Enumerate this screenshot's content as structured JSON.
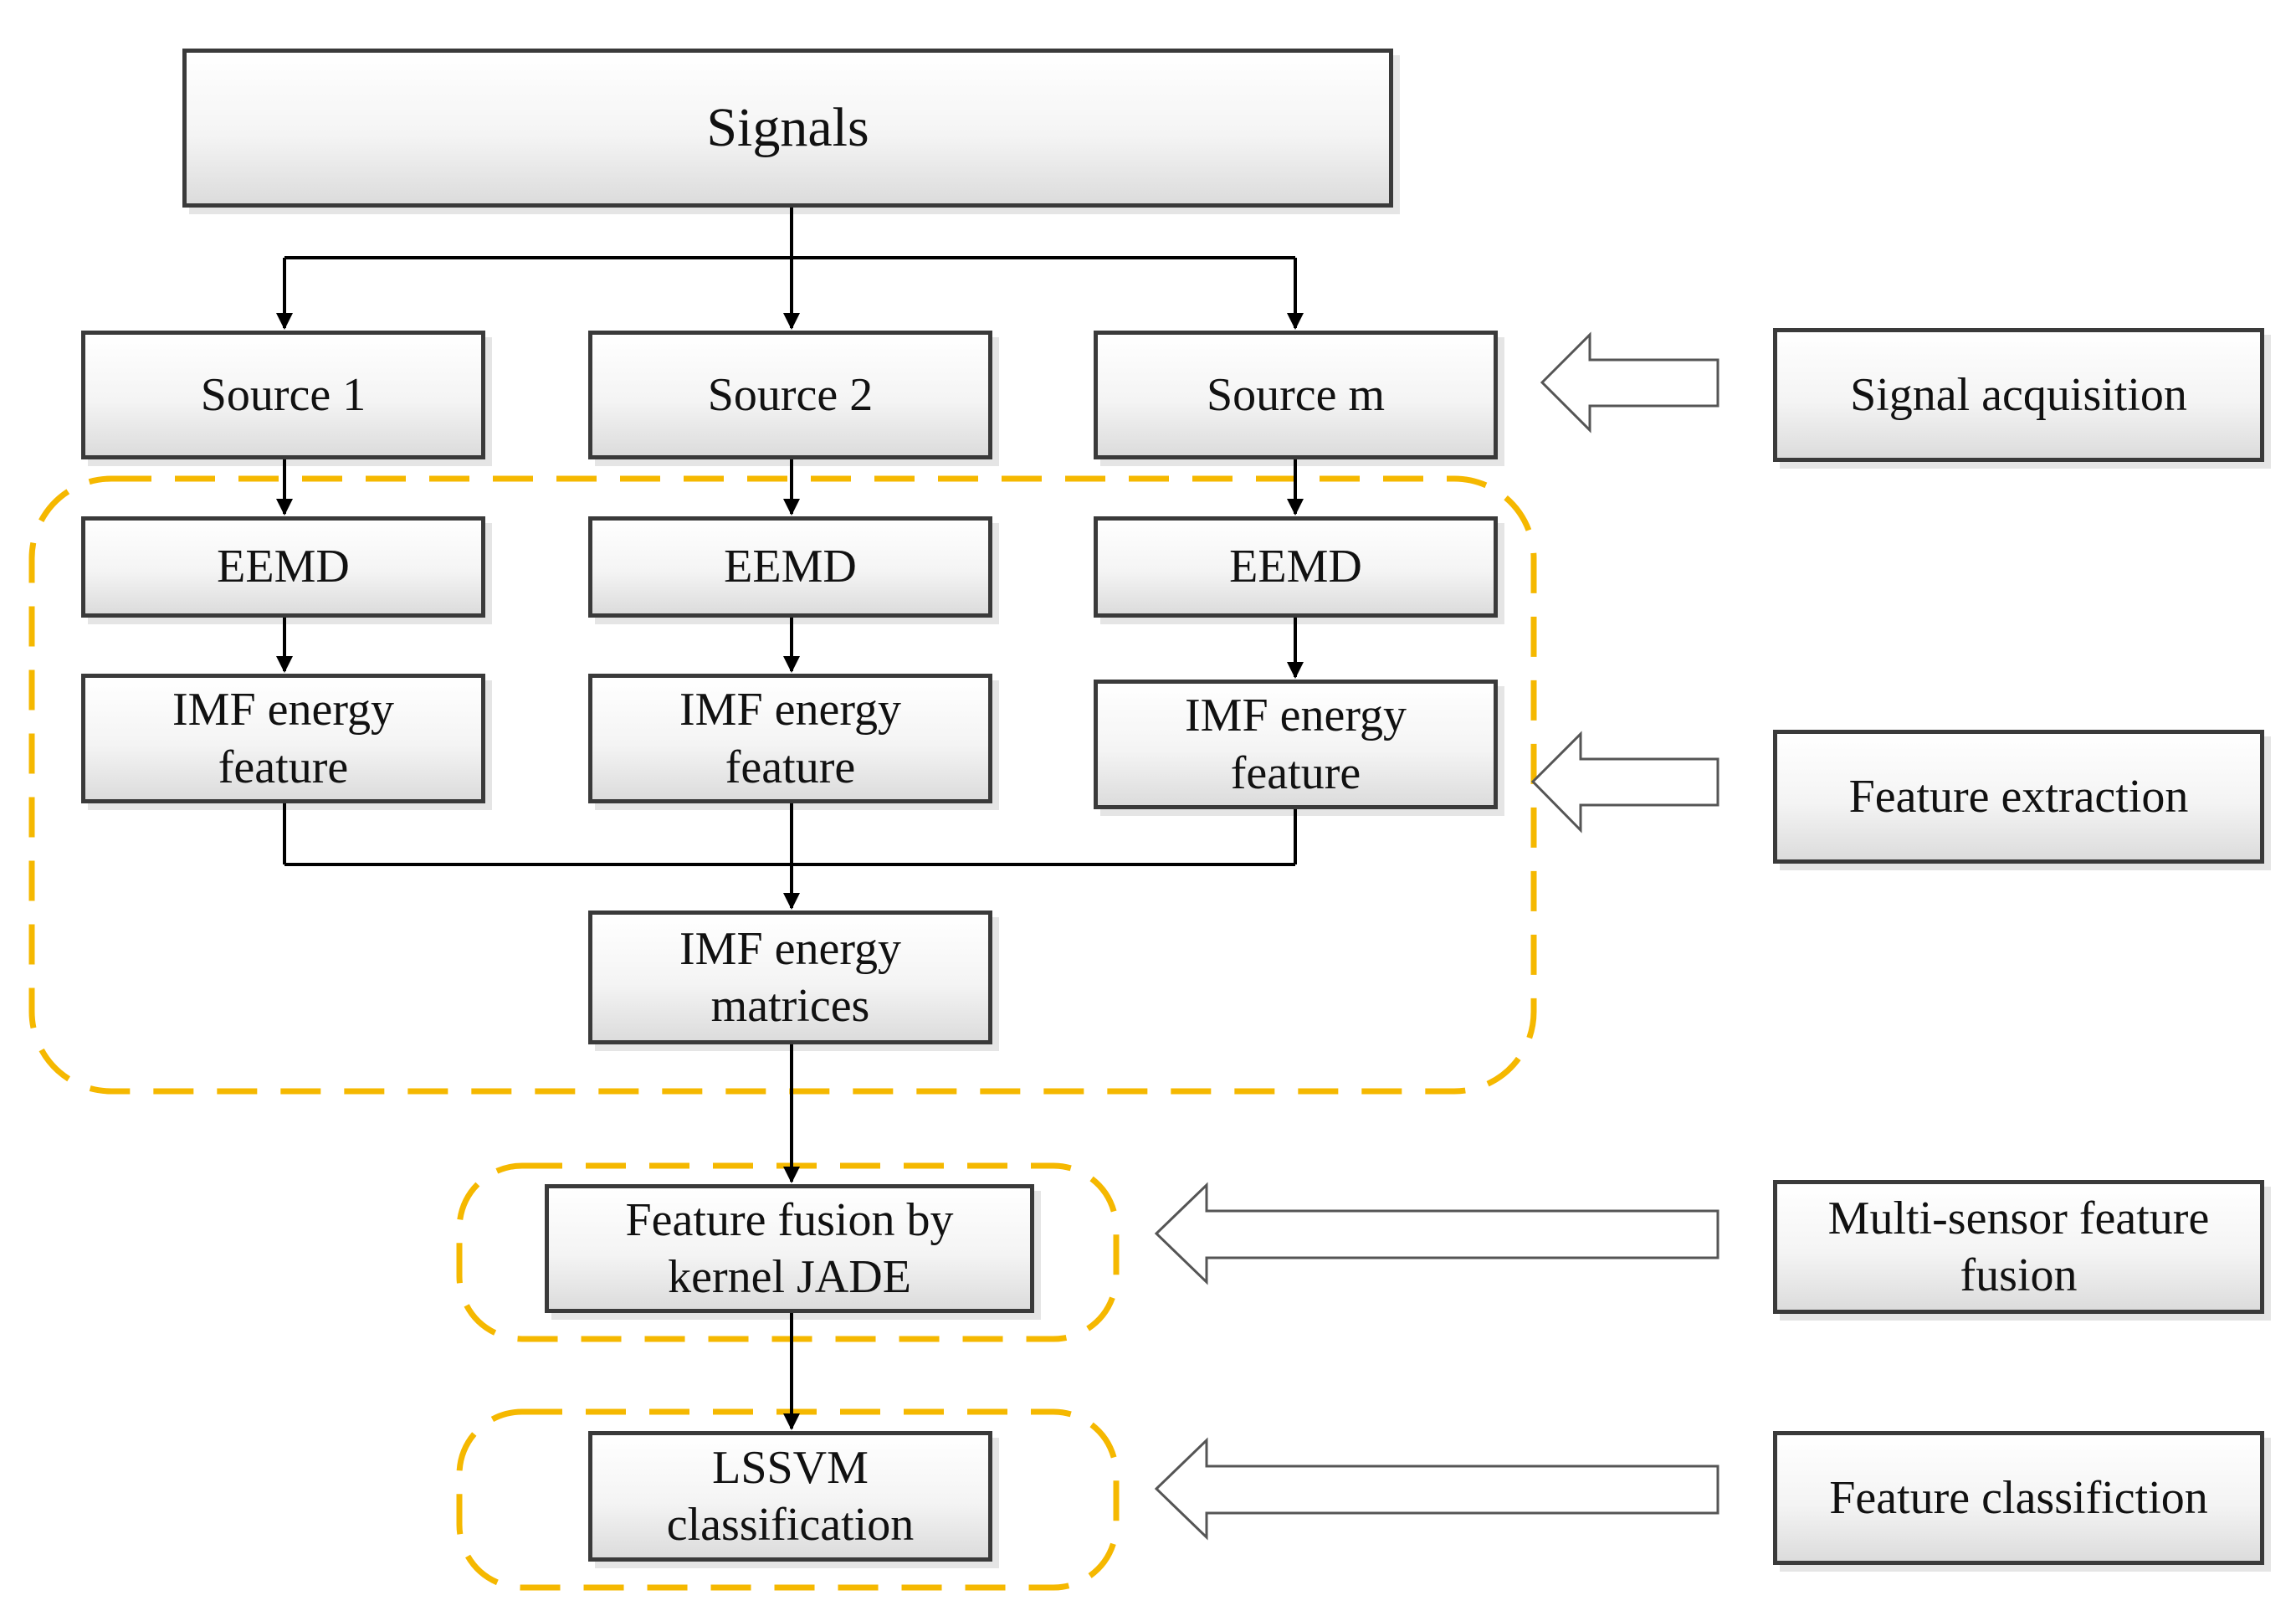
{
  "colors": {
    "box_border": "#3a3a3a",
    "box_fill_top": "#ffffff",
    "box_fill_bottom": "#dcdcdc",
    "connector": "#000000",
    "dashed_group": "#f5b800",
    "hollow_arrow": "#555555"
  },
  "nodes": {
    "signals": "Signals",
    "source_1": "Source 1",
    "source_2": "Source 2",
    "source_m": "Source m",
    "eemd_1": "EEMD",
    "eemd_2": "EEMD",
    "eemd_m": "EEMD",
    "imf_feature_1": "IMF energy feature",
    "imf_feature_2": "IMF energy feature",
    "imf_feature_m": "IMF energy feature",
    "imf_matrices": "IMF energy matrices",
    "fusion": "Feature fusion by kernel JADE",
    "classification": "LSSVM classification"
  },
  "stages": {
    "signal_acquisition": "Signal acquisition",
    "feature_extraction": "Feature extraction",
    "multi_sensor_fusion": "Multi-sensor feature fusion",
    "feature_classification": "Feature classifiction"
  }
}
